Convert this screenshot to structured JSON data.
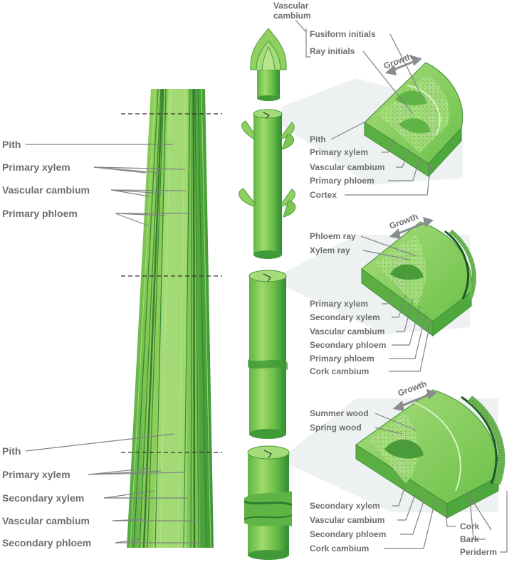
{
  "left_labels_top": {
    "pith": "Pith",
    "primary_xylem": "Primary xylem",
    "vascular_cambium": "Vascular cambium",
    "primary_phloem": "Primary phloem"
  },
  "left_labels_bottom": {
    "pith": "Pith",
    "primary_xylem": "Primary xylem",
    "secondary_xylem": "Secondary xylem",
    "vascular_cambium": "Vascular cambium",
    "secondary_phloem": "Secondary phloem"
  },
  "top_callout": {
    "vascular_cambium": "Vascular\ncambium",
    "fusiform_initials": "Fusiform initials",
    "ray_initials": "Ray initials"
  },
  "section1": {
    "growth": "Growth",
    "labels": [
      "Pith",
      "Primary xylem",
      "Vascular cambium",
      "Primary phloem",
      "Cortex"
    ]
  },
  "section2": {
    "growth": "Growth",
    "labels_top": [
      "Phloem ray",
      "Xylem ray"
    ],
    "labels": [
      "Primary xylem",
      "Secondary xylem",
      "Vascular cambium",
      "Secondary phloem",
      "Primary phloem",
      "Cork cambium"
    ]
  },
  "section3": {
    "growth": "Growth",
    "labels_top": [
      "Summer wood",
      "Spring wood"
    ],
    "labels": [
      "Secondary xylem",
      "Vascular cambium",
      "Secondary phloem",
      "Cork cambium"
    ],
    "labels_right": [
      "Cork",
      "Bark",
      "Periderm"
    ]
  },
  "colors": {
    "stem_light": "#8dc63f",
    "stem_mid": "#6abf45",
    "stem_dark": "#2e8b3a",
    "label_gray": "#6d6e71",
    "leader_gray": "#808285"
  }
}
